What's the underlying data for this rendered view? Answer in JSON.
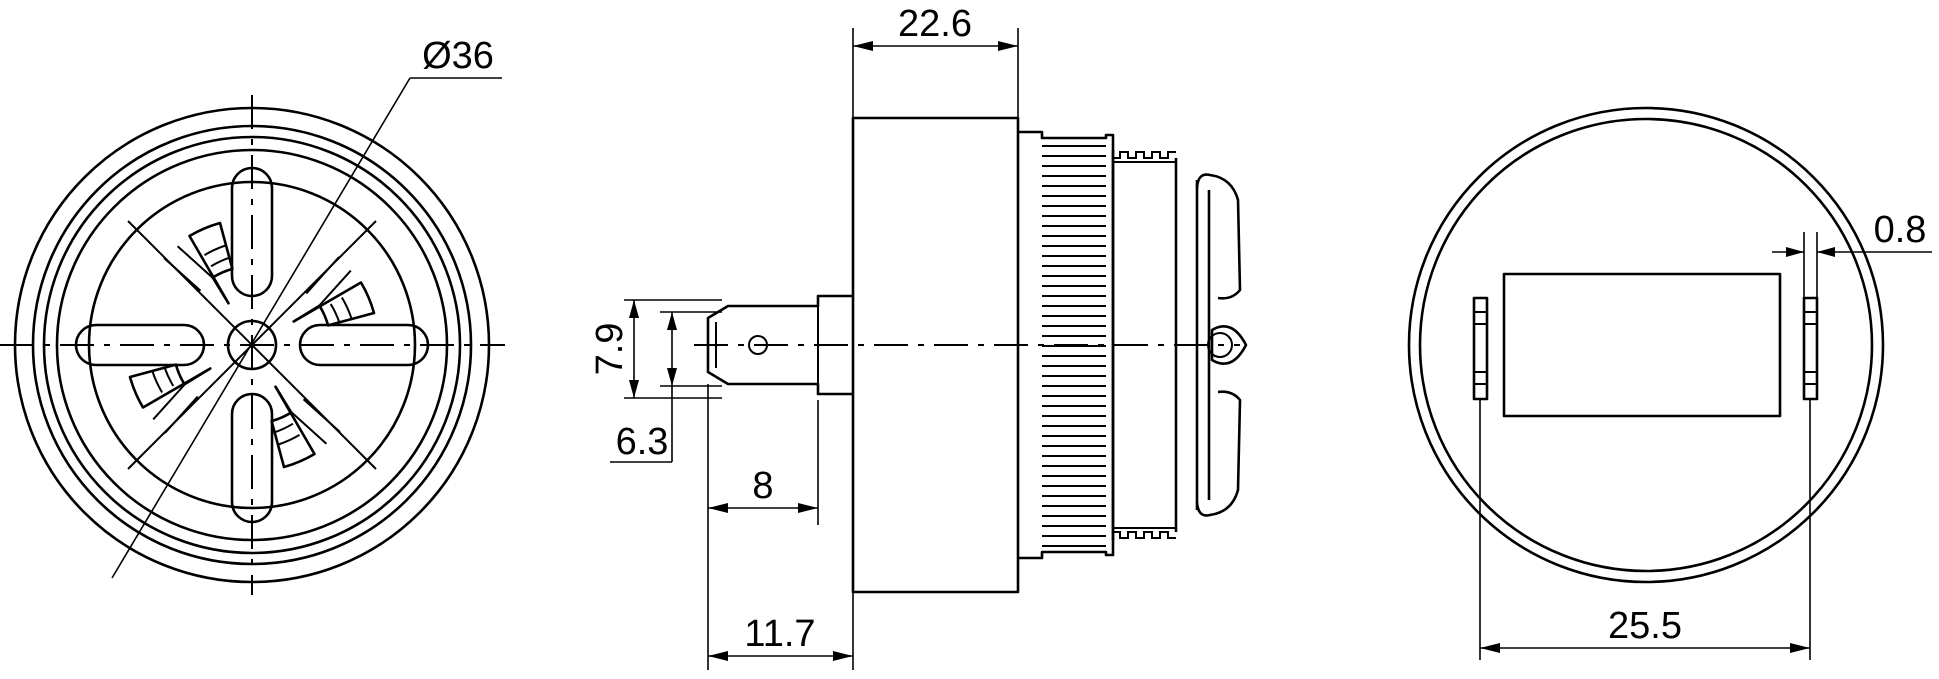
{
  "drawing": {
    "front_view": {
      "diameter_label": "Ø36"
    },
    "side_view": {
      "body_width_label": "22.6",
      "terminal_height_label": "7.9",
      "terminal_width_label": "6.3",
      "terminal_length_label": "8",
      "terminal_overall_label": "11.7"
    },
    "rear_view": {
      "slot_thickness_label": "0.8",
      "slot_spacing_label": "25.5"
    }
  }
}
